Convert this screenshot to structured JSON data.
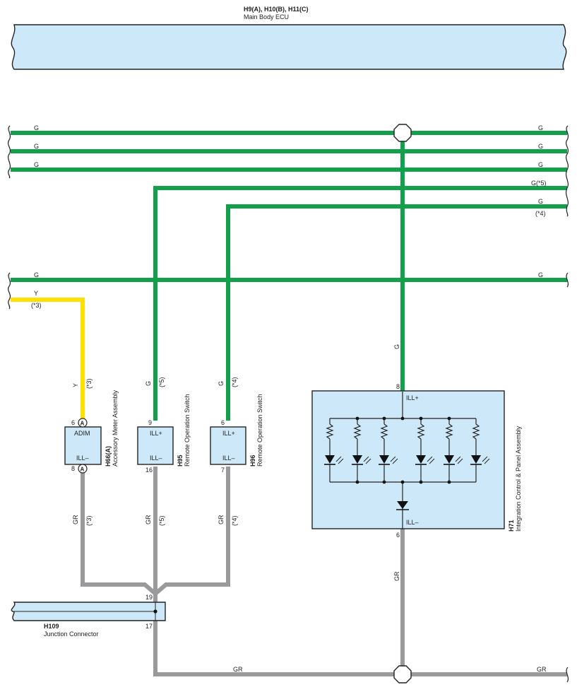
{
  "colors": {
    "wire_green": "#12a14a",
    "wire_yellow": "#ffe000",
    "wire_gray": "#9a9a9c",
    "component_fill": "#cde9f9",
    "outline": "#222222"
  },
  "ecu": {
    "connector_code": "H9(A), H10(B), H11(C)",
    "name": "Main Body ECU"
  },
  "bus_wires": [
    {
      "left": "G",
      "right": "G"
    },
    {
      "left": "G",
      "right": "G"
    },
    {
      "left": "G",
      "right": "G"
    },
    {
      "right": "G(*5)"
    },
    {
      "right": "G",
      "right_note": "(*4)"
    },
    {
      "left": "G",
      "right": "G"
    }
  ],
  "yellow_wire": {
    "label": "Y",
    "note": "(*3)"
  },
  "meter": {
    "code": "H66(A)",
    "name": "Accessory Meter Assembly",
    "pin_top": "6",
    "pin_top_tag": "A",
    "term_top": "ADIM",
    "pin_bottom": "8",
    "pin_bottom_tag": "A",
    "term_bottom": "ILL–",
    "wire_in": "Y",
    "wire_in_note": "(*3)",
    "wire_out": "GR",
    "wire_out_note": "(*3)"
  },
  "switch95": {
    "code": "H95",
    "name": "Remote Operation Switch",
    "pin_top": "9",
    "term_top": "ILL+",
    "pin_bottom": "16",
    "term_bottom": "ILL–",
    "wire_in": "G",
    "wire_in_note": "(*5)",
    "wire_out": "GR",
    "wire_out_note": "(*5)"
  },
  "switch96": {
    "code": "H96",
    "name": "Remote Operation Switch",
    "pin_top": "6",
    "term_top": "ILL+",
    "pin_bottom": "7",
    "term_bottom": "ILL–",
    "wire_in": "G",
    "wire_in_note": "(*4)",
    "wire_out": "GR",
    "wire_out_note": "(*4)"
  },
  "panel": {
    "code": "H71",
    "name": "Integration Control & Panel Assembly",
    "pin_top": "8",
    "term_top": "ILL+",
    "pin_bottom": "6",
    "term_bottom": "ILL–",
    "wire_in": "G",
    "wire_out": "GR"
  },
  "junction": {
    "code": "H109",
    "name": "Junction Connector",
    "pin_top": "19",
    "pin_bottom": "17"
  },
  "ground_wire": {
    "label_mid": "GR",
    "label_right": "GR"
  }
}
